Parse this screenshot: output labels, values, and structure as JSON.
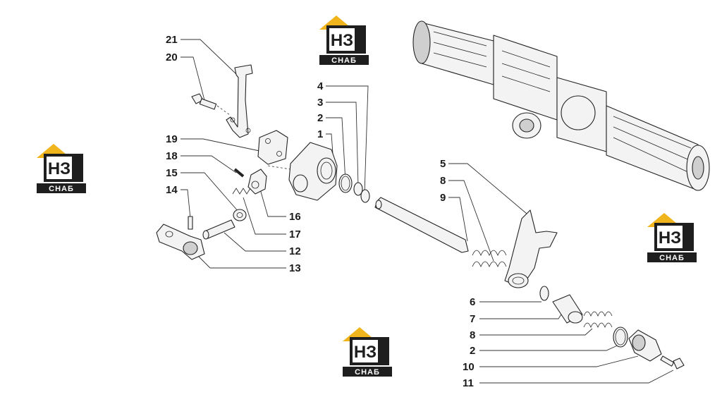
{
  "diagram": {
    "callouts": [
      "21",
      "20",
      "19",
      "18",
      "15",
      "14",
      "4",
      "3",
      "2",
      "1",
      "16",
      "17",
      "12",
      "13",
      "5",
      "8",
      "9",
      "6",
      "7",
      "8",
      "2",
      "10",
      "11"
    ]
  },
  "watermark": {
    "logo_mark": "НЗ",
    "logo_caption": "СНАБ",
    "colors": {
      "roof": "#f0b41c",
      "dark": "#1e1e1e",
      "white": "#ffffff"
    }
  }
}
